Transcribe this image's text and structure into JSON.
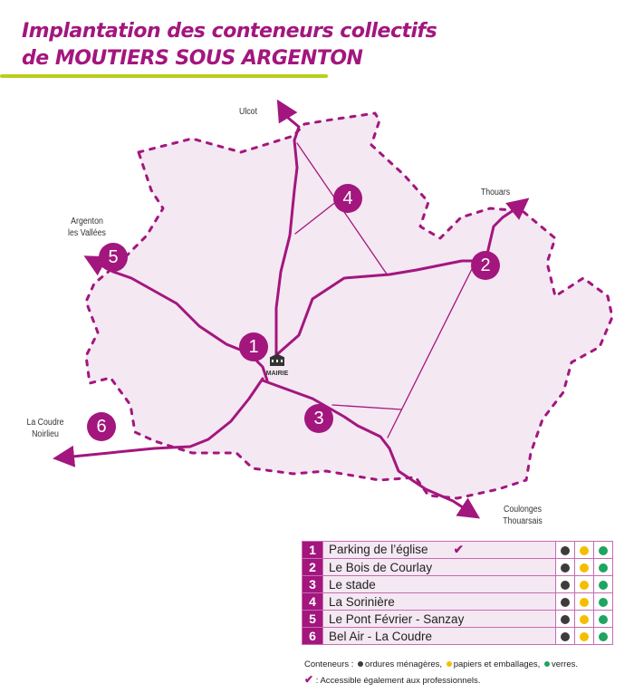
{
  "title": {
    "line1": "Implantation des conteneurs collectifs",
    "line2": "de MOUTIERS SOUS ARGENTON"
  },
  "colors": {
    "brand": "#a3167e",
    "territory_fill": "#f4e8f2",
    "accent_line": "#b9cf1c",
    "ordures": "#3c3c3c",
    "papiers": "#f5bd00",
    "verres": "#1fa462"
  },
  "map": {
    "places": {
      "ulcot": "Ulcot",
      "thouars": "Thouars",
      "argenton_1": "Argenton",
      "argenton_2": "les Vallées",
      "coudre_1": "La Coudre",
      "coudre_2": "Noirlieu",
      "coulonges_1": "Coulonges",
      "coulonges_2": "Thouarsais"
    },
    "mairie_label": "MAIRIE",
    "markers": [
      "1",
      "2",
      "3",
      "4",
      "5",
      "6"
    ]
  },
  "table": {
    "rows": [
      {
        "num": "1",
        "name": "Parking de l’église",
        "pro": true
      },
      {
        "num": "2",
        "name": "Le Bois de Courlay",
        "pro": false
      },
      {
        "num": "3",
        "name": "Le stade",
        "pro": false
      },
      {
        "num": "4",
        "name": "La Sorinière",
        "pro": false
      },
      {
        "num": "5",
        "name": "Le Pont Février - Sanzay",
        "pro": false
      },
      {
        "num": "6",
        "name": "Bel Air - La Coudre",
        "pro": false
      }
    ],
    "check_mark": "✔"
  },
  "legend": {
    "prefix": "Conteneurs :",
    "ordures": "ordures ménagères,",
    "papiers": "papiers et emballages,",
    "verres": "verres.",
    "check_mark": "✔",
    "pro_note": ": Accessible également aux professionnels."
  }
}
